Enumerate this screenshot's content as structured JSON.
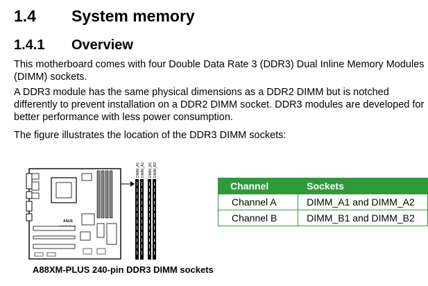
{
  "section": {
    "number": "1.4",
    "title": "System memory"
  },
  "subsection": {
    "number": "1.4.1",
    "title": "Overview"
  },
  "paragraphs": {
    "p1": [
      "This motherboard comes with four Double Data Rate 3 (DDR3) Dual Inline Memory Modules",
      "(DIMM) sockets."
    ],
    "p2": [
      "A DDR3 module has the same physical dimensions as a DDR2 DIMM but is notched",
      "differently to prevent installation on a DDR2 DIMM socket. DDR3 modules are developed for",
      "better performance with less power consumption."
    ],
    "p3": "The figure illustrates the location of the DDR3 DIMM sockets:"
  },
  "figure": {
    "caption": "A88XM-PLUS 240-pin DDR3 DIMM sockets",
    "board_logo": "ASUS",
    "board_model": "A88XM-PLUS",
    "slot_labels": [
      "DIMM_A1",
      "DIMM_A2",
      "DIMM_B1",
      "DIMM_B2"
    ]
  },
  "table": {
    "headers": [
      "Channel",
      "Sockets"
    ],
    "rows": [
      [
        "Channel A",
        "DIMM_A1 and DIMM_A2"
      ],
      [
        "Channel B",
        "DIMM_B1 and DIMM_B2"
      ]
    ]
  },
  "colors": {
    "table_header_bg": "#2e9a3a",
    "table_border": "#2e9a3a"
  }
}
